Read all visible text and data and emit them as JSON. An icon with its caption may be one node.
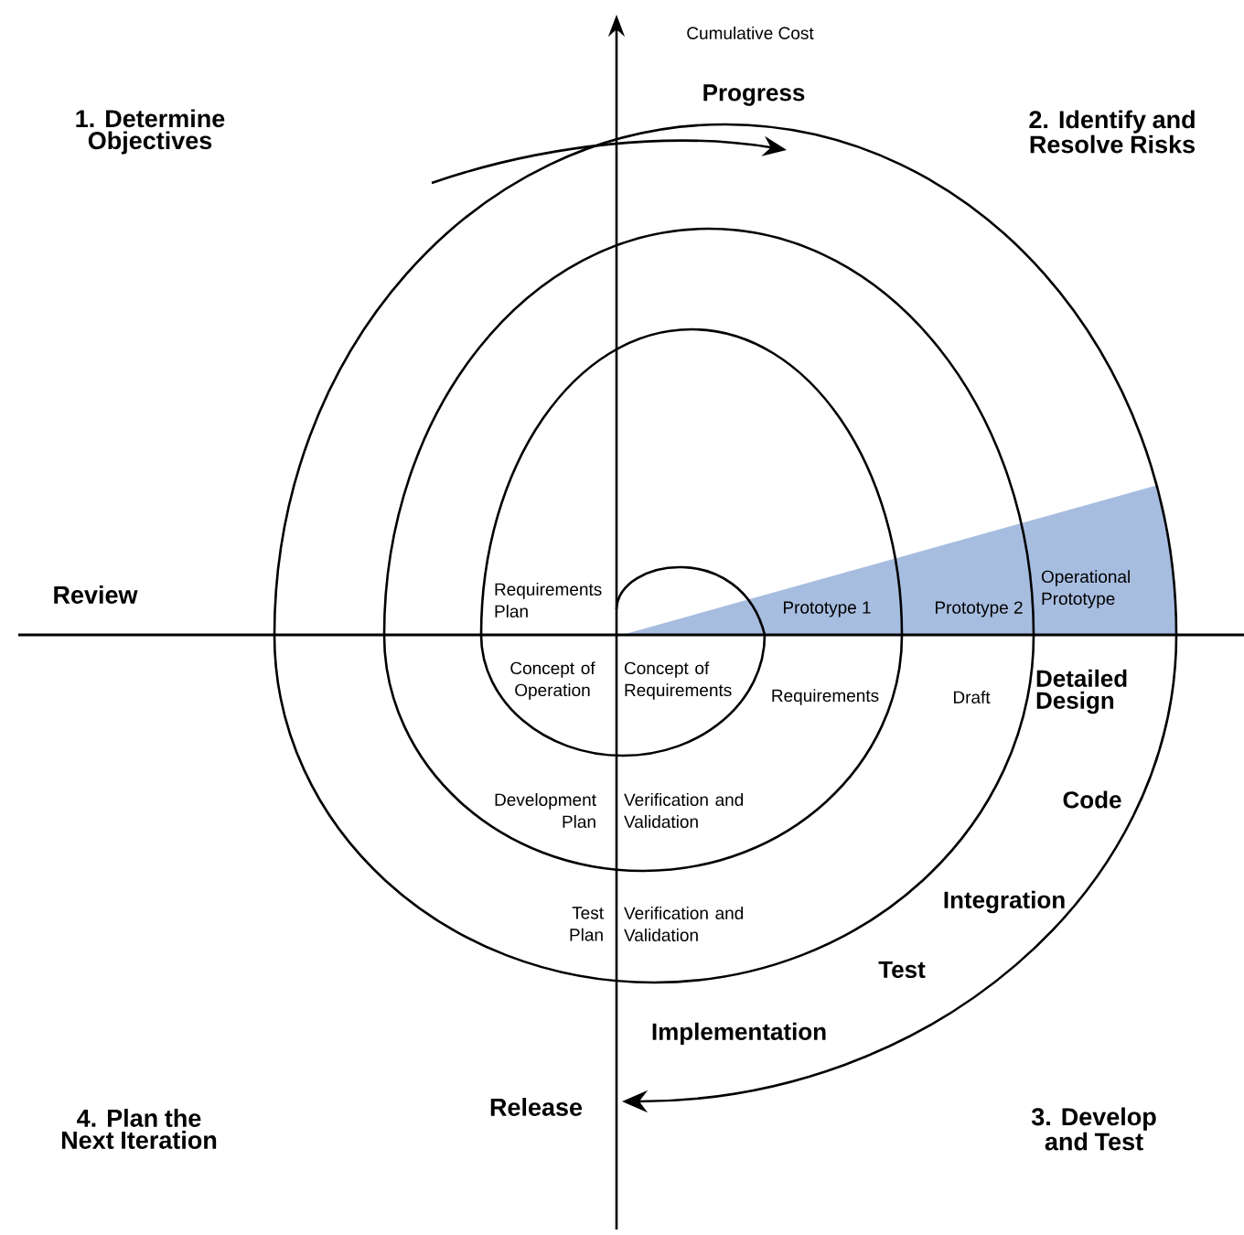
{
  "diagram": {
    "labels": [
      "Cumulative Cost",
      "Progress",
      "1. Determine Objectives",
      "2. Identify and Resolve Risks",
      "Review",
      "Requirements Plan",
      "Prototype 1",
      "Prototype 2",
      "Operational Prototype",
      "Concept of Operation",
      "Concept of Requirements",
      "Requirements",
      "Draft",
      "Detailed Design",
      "Code",
      "Development Plan",
      "Verification and Validation",
      "Integration",
      "Test Plan",
      "Verification and Validation",
      "Test",
      "Implementation",
      "4. Plan the Next Iteration",
      "Release",
      "3. Develop and Test"
    ]
  }
}
